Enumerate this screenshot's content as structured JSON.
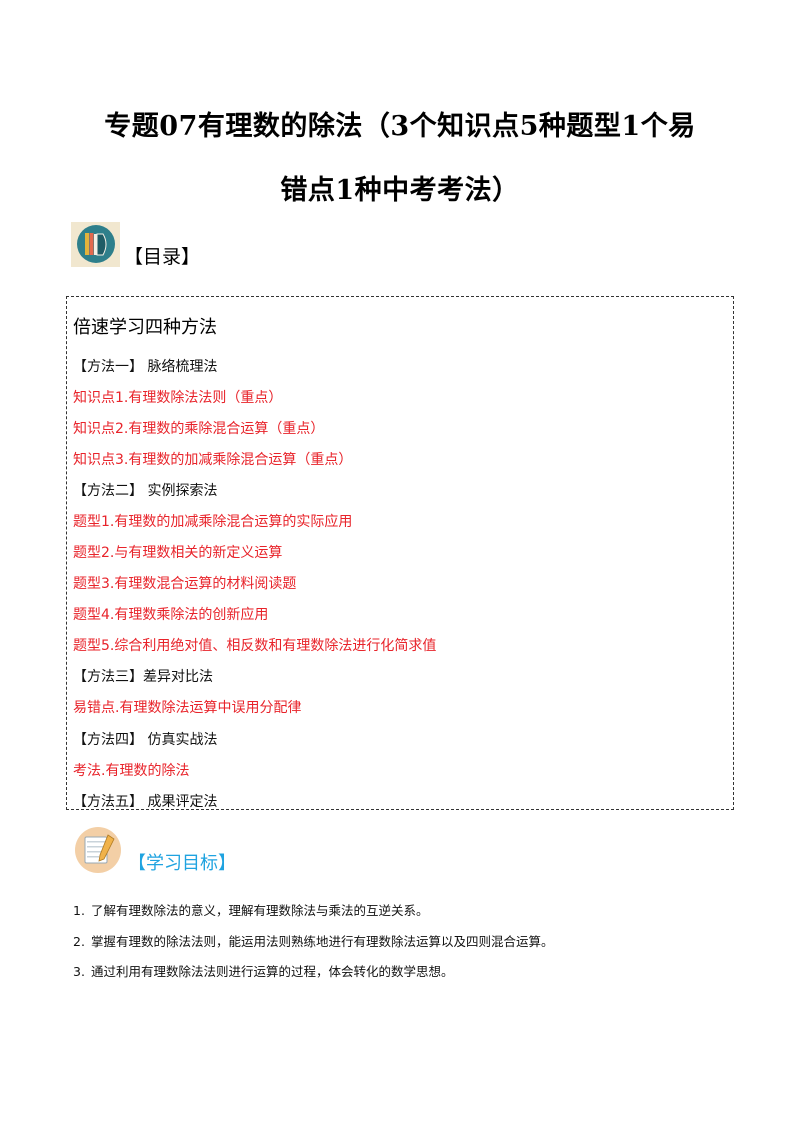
{
  "title": {
    "line1": "专题07有理数的除法（3个知识点5种题型1个易",
    "line2": "错点1种中考考法）"
  },
  "toc": {
    "heading": "【目录】",
    "box_title": "倍速学习四种方法",
    "lines": [
      {
        "text": "【方法一】 脉络梳理法",
        "color": "black"
      },
      {
        "text": "知识点1.有理数除法法则（重点）",
        "color": "red"
      },
      {
        "text": "知识点2.有理数的乘除混合运算（重点）",
        "color": "red"
      },
      {
        "text": "知识点3.有理数的加减乘除混合运算（重点）",
        "color": "red"
      },
      {
        "text": "【方法二】 实例探索法",
        "color": "black"
      },
      {
        "text": "题型1.有理数的加减乘除混合运算的实际应用",
        "color": "red"
      },
      {
        "text": "题型2.与有理数相关的新定义运算",
        "color": "red"
      },
      {
        "text": "题型3.有理数混合运算的材料阅读题",
        "color": "red"
      },
      {
        "text": "题型4.有理数乘除法的创新应用",
        "color": "red"
      },
      {
        "text": "题型5.综合利用绝对值、相反数和有理数除法进行化简求值",
        "color": "red"
      },
      {
        "text": "【方法三】差异对比法",
        "color": "black"
      },
      {
        "text": "易错点.有理数除法运算中误用分配律",
        "color": "red"
      },
      {
        "text": "【方法四】 仿真实战法",
        "color": "black"
      },
      {
        "text": "考法.有理数的除法",
        "color": "red"
      },
      {
        "text": "【方法五】 成果评定法",
        "color": "black"
      }
    ]
  },
  "goals": {
    "heading": "【学习目标】",
    "items": [
      {
        "num": "1.",
        "text": "了解有理数除法的意义，理解有理数除法与乘法的互逆关系。"
      },
      {
        "num": "2.",
        "text": "掌握有理数的除法法则，能运用法则熟练地进行有理数除法运算以及四则混合运算。"
      },
      {
        "num": "3.",
        "text": "通过利用有理数除法法则进行运算的过程，体会转化的数学思想。"
      }
    ]
  },
  "colors": {
    "red": "#e8232a",
    "blue": "#1fa3e0"
  },
  "icons": {
    "toc": "books-icon",
    "goals": "notepad-icon"
  }
}
